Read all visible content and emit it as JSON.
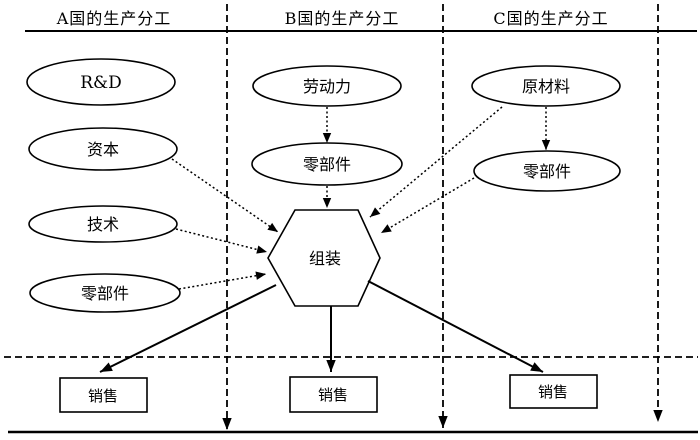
{
  "diagram": {
    "headers": [
      {
        "label": "A国的生产分工"
      },
      {
        "label": "B国的生产分工"
      },
      {
        "label": "C国的生产分工"
      }
    ],
    "nodes": {
      "rnd": "R&D",
      "capital": "资本",
      "technology": "技术",
      "parts_a": "零部件",
      "labor": "劳动力",
      "parts_b": "零部件",
      "raw_materials": "原材料",
      "parts_c": "零部件",
      "assembly": "组装",
      "sales_a": "销售",
      "sales_b": "销售",
      "sales_c": "销售"
    },
    "colors": {
      "ink": "#000000",
      "background": "#ffffff"
    }
  }
}
